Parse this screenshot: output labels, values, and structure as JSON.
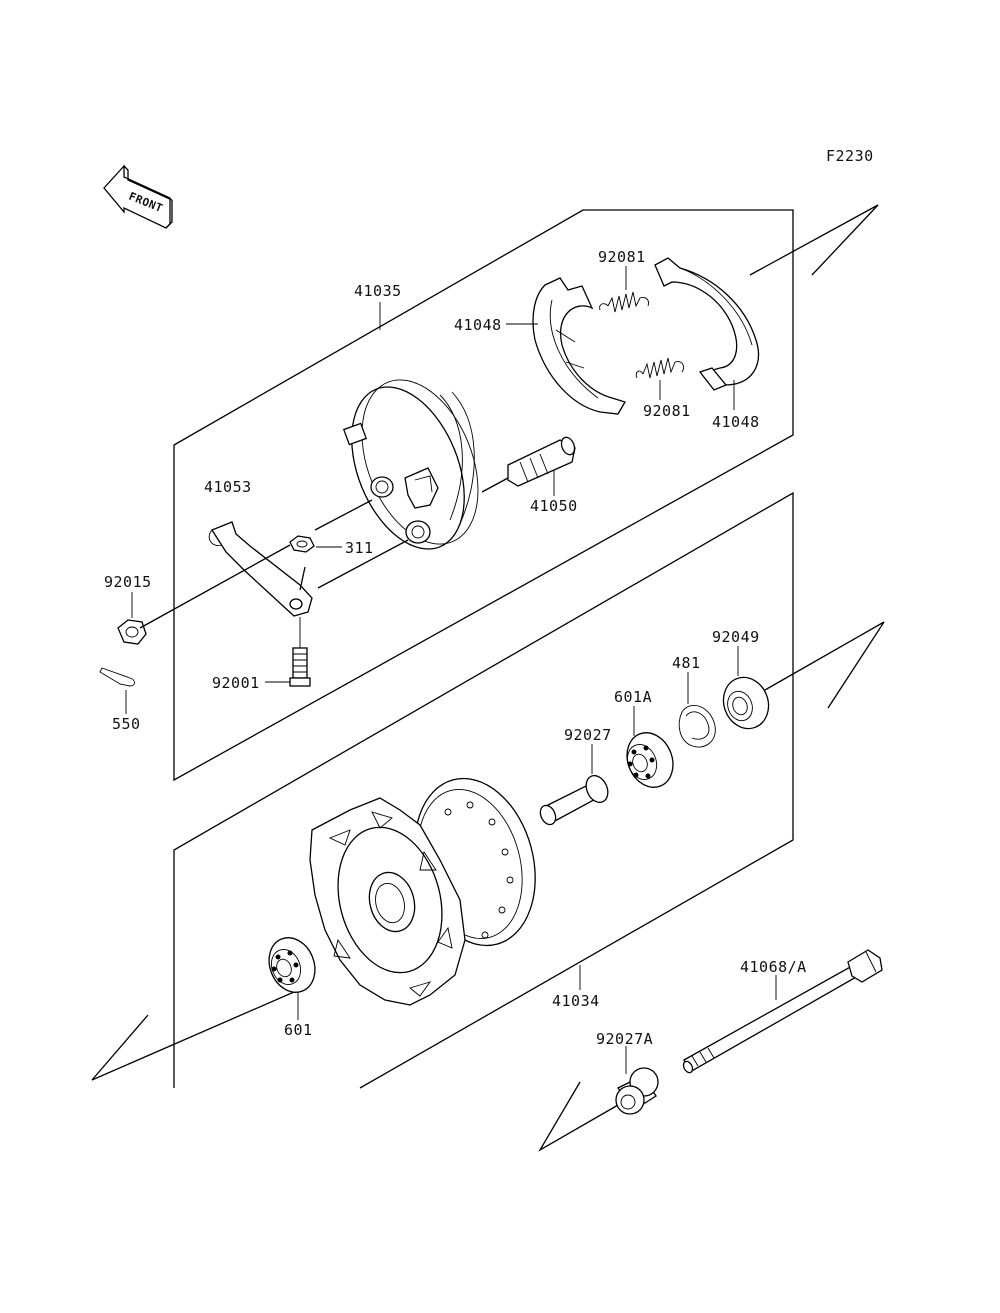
{
  "diagram": {
    "figure_code": "F2230",
    "front_label": "FRONT",
    "parts": {
      "p41035": "41035",
      "p41048a": "41048",
      "p41048b": "41048",
      "p92081a": "92081",
      "p92081b": "92081",
      "p41053": "41053",
      "p41050": "41050",
      "p311": "311",
      "p92015": "92015",
      "p92001": "92001",
      "p550": "550",
      "p92049": "92049",
      "p481": "481",
      "p601A": "601A",
      "p92027": "92027",
      "p41034": "41034",
      "p601": "601",
      "p41068A": "41068/A",
      "p92027A": "92027A"
    }
  }
}
